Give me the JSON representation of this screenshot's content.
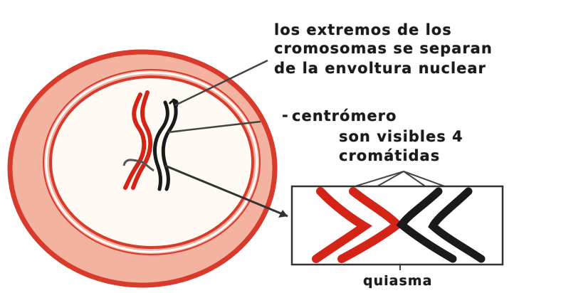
{
  "labels": {
    "extremos": {
      "line1": "los extremos de los",
      "line2": "cromosomas se separan",
      "line3": "de la envoltura nuclear"
    },
    "centromero": "centrómero",
    "cromatidas": {
      "line1": "son visibles 4",
      "line2": "cromátidas"
    },
    "quiasma": "quiasma"
  },
  "colors": {
    "envelope_outer": "#d83a2c",
    "envelope_fill": "#f4b3a1",
    "nucleoplasm": "#fffaf4",
    "chromosome_red": "#d42418",
    "chromosome_black": "#1a1a1a",
    "label_ink": "#1a1a1a"
  }
}
